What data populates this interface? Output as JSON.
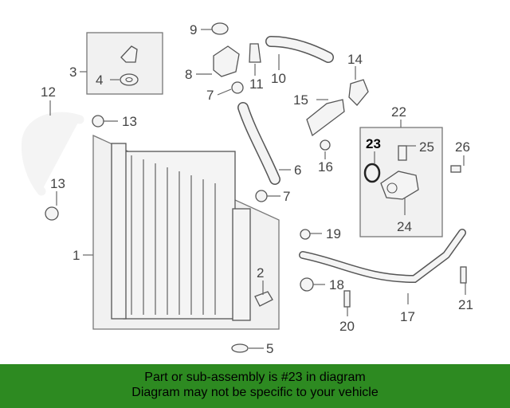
{
  "diagram": {
    "callouts": [
      "1",
      "2",
      "3",
      "4",
      "5",
      "6",
      "7",
      "7",
      "8",
      "9",
      "10",
      "11",
      "12",
      "13",
      "13",
      "14",
      "15",
      "16",
      "17",
      "18",
      "19",
      "20",
      "21",
      "22",
      "23",
      "24",
      "25",
      "26"
    ],
    "highlighted_part": "23"
  },
  "banner": {
    "line1": "Part or sub-assembly is #23 in diagram",
    "line2": "Diagram may not be specific to your vehicle",
    "color": "#2d8a21"
  }
}
